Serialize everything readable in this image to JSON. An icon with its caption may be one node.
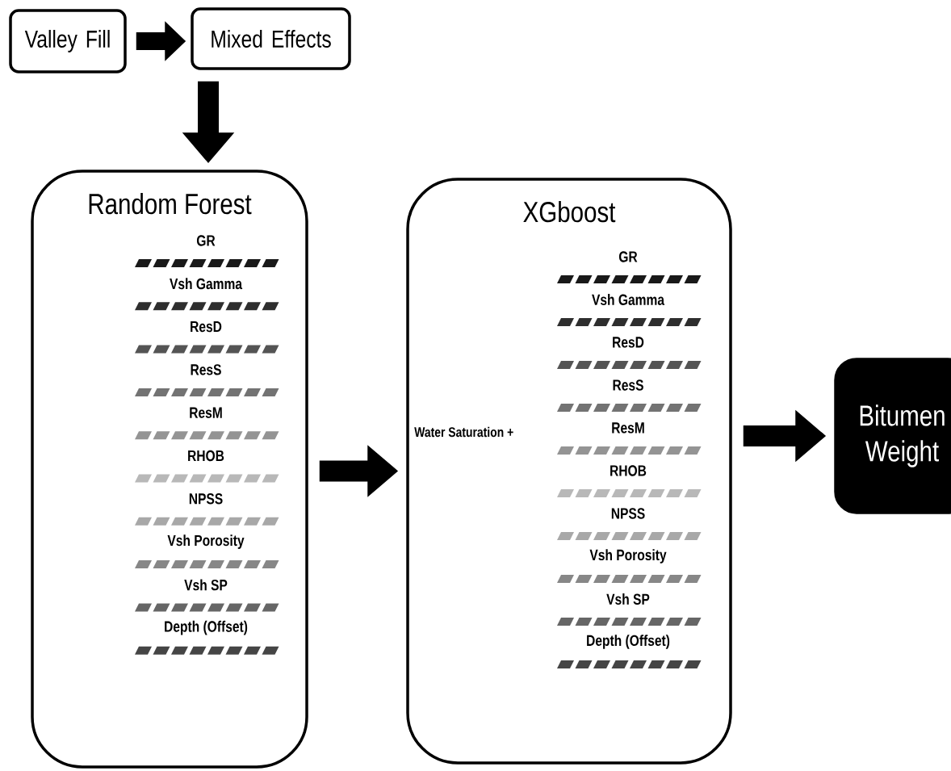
{
  "diagram": {
    "nodes": [
      {
        "text": [
          "Valley Fill"
        ]
      },
      {
        "text": [
          "Mixed Effects"
        ]
      },
      {
        "text": [
          "Random Forest"
        ]
      },
      {
        "text": [
          "XGboost"
        ]
      },
      {
        "text": [
          "Bitumen Weight"
        ]
      }
    ],
    "edges": [
      {
        "from": 0,
        "to": 1,
        "arrow": "to"
      },
      {
        "from": 1,
        "to": 2,
        "arrow": "to"
      },
      {
        "from": 2,
        "to": 3,
        "arrow": "to"
      },
      {
        "from": 3,
        "to": 4,
        "arrow": "to"
      }
    ],
    "labels": [
      "GR",
      "Vsh Gamma",
      "ResD",
      "ResS",
      "ResM",
      "RHOB",
      "NPSS",
      "Vsh Porosity",
      "Vsh SP",
      "Depth (Offset)",
      "Water Saturation +",
      "GR",
      "Vsh Gamma",
      "ResD",
      "ResS",
      "ResM",
      "RHOB",
      "NPSS",
      "Vsh Porosity",
      "Vsh SP",
      "Depth (Offset)"
    ]
  }
}
